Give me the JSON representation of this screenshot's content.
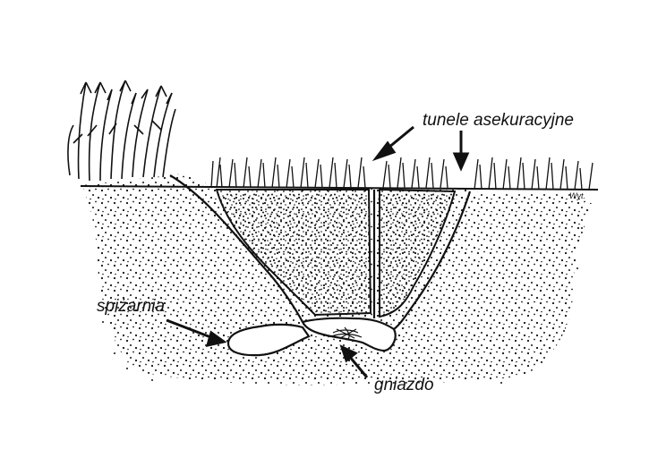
{
  "labels": {
    "escape_tunnels": "tunele asekuracyjne",
    "pantry": "spiżarnia",
    "nest": "gniazdo",
    "signature": "Wyt."
  },
  "colors": {
    "ink": "#111111",
    "background": "#ffffff"
  }
}
